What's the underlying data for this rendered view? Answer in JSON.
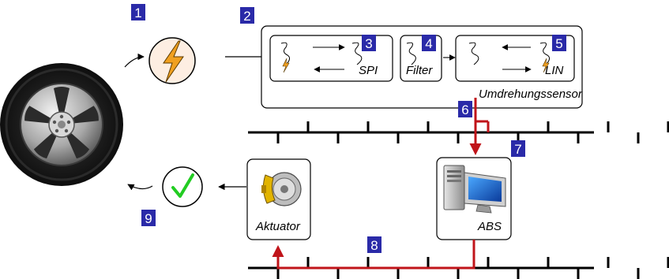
{
  "badges": [
    "1",
    "2",
    "3",
    "4",
    "5",
    "6",
    "7",
    "8",
    "9"
  ],
  "labels": {
    "spi": "SPI",
    "filter": "Filter",
    "lin": "LIN",
    "sensor": "Umdrehungssensor",
    "actuator": "Aktuator",
    "abs": "ABS"
  },
  "colors": {
    "badge": "#2a2aa8",
    "bus_highlight": "#c0141a",
    "lightning": "#f0a020",
    "check": "#22cc22"
  },
  "icons": [
    "tire-icon",
    "lightning-icon",
    "waveform-icon",
    "brake-disc-icon",
    "computer-icon",
    "checkmark-icon"
  ]
}
